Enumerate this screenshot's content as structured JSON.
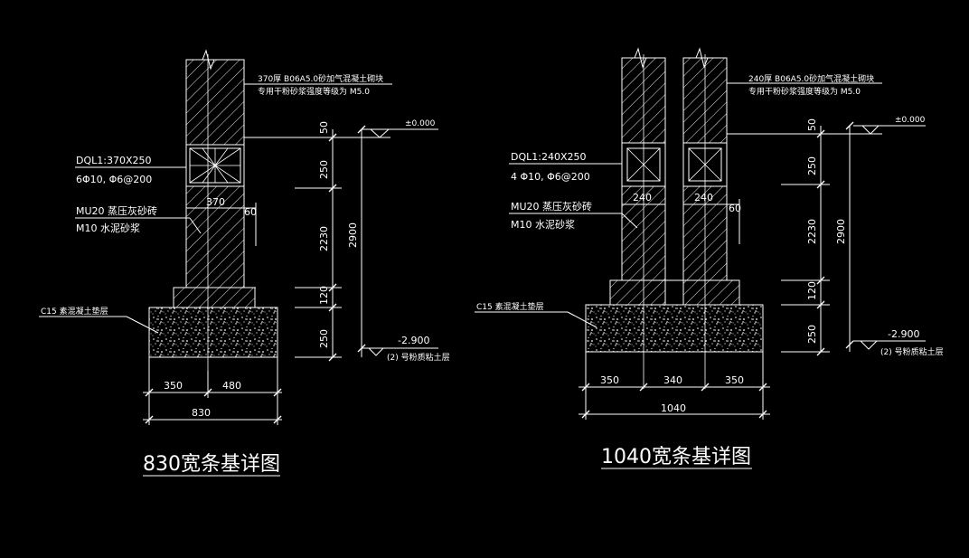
{
  "colors": {
    "background": "#000000",
    "line": "#ffffff"
  },
  "left": {
    "wall_note_1": "370厚 B06A5.0砂加气混凝土砌块",
    "wall_note_2": "专用干粉砂浆强度等级为 M5.0",
    "elev_top": "±0.000",
    "beam_label": "DQL1:370X250",
    "beam_rebar": "6Φ10, Φ6@200",
    "brick_label": "MU20  蒸压灰砂砖",
    "mortar_label": "M10  水泥砂浆",
    "wall_width": "370",
    "offset": "60",
    "dim_v": [
      "50",
      "250",
      "2230",
      "120",
      "250"
    ],
    "dim_total": "2900",
    "concrete_label": "C15  素混凝土垫层",
    "elev_bottom": "-2.900",
    "soil_label": "(2) 号粉质粘土层",
    "dim_h": [
      "350",
      "480"
    ],
    "dim_h_total": "830",
    "title": "830宽条基详图"
  },
  "right": {
    "wall_note_1": "240厚 B06A5.0砂加气混凝土砌块",
    "wall_note_2": "专用干粉砂浆强度等级为 M5.0",
    "elev_top": "±0.000",
    "beam_label": "DQL1:240X250",
    "beam_rebar": "4 Φ10, Φ6@200",
    "brick_label": "MU20  蒸压灰砂砖",
    "mortar_label": "M10  水泥砂浆",
    "wall_width_a": "240",
    "wall_width_b": "240",
    "offset": "60",
    "dim_v": [
      "50",
      "250",
      "2230",
      "120",
      "250"
    ],
    "dim_total": "2900",
    "concrete_label": "C15  素混凝土垫层",
    "elev_bottom": "-2.900",
    "soil_label": "(2) 号粉质粘土层",
    "dim_h": [
      "350",
      "340",
      "350"
    ],
    "dim_h_total": "1040",
    "title": "1040宽条基详图"
  }
}
